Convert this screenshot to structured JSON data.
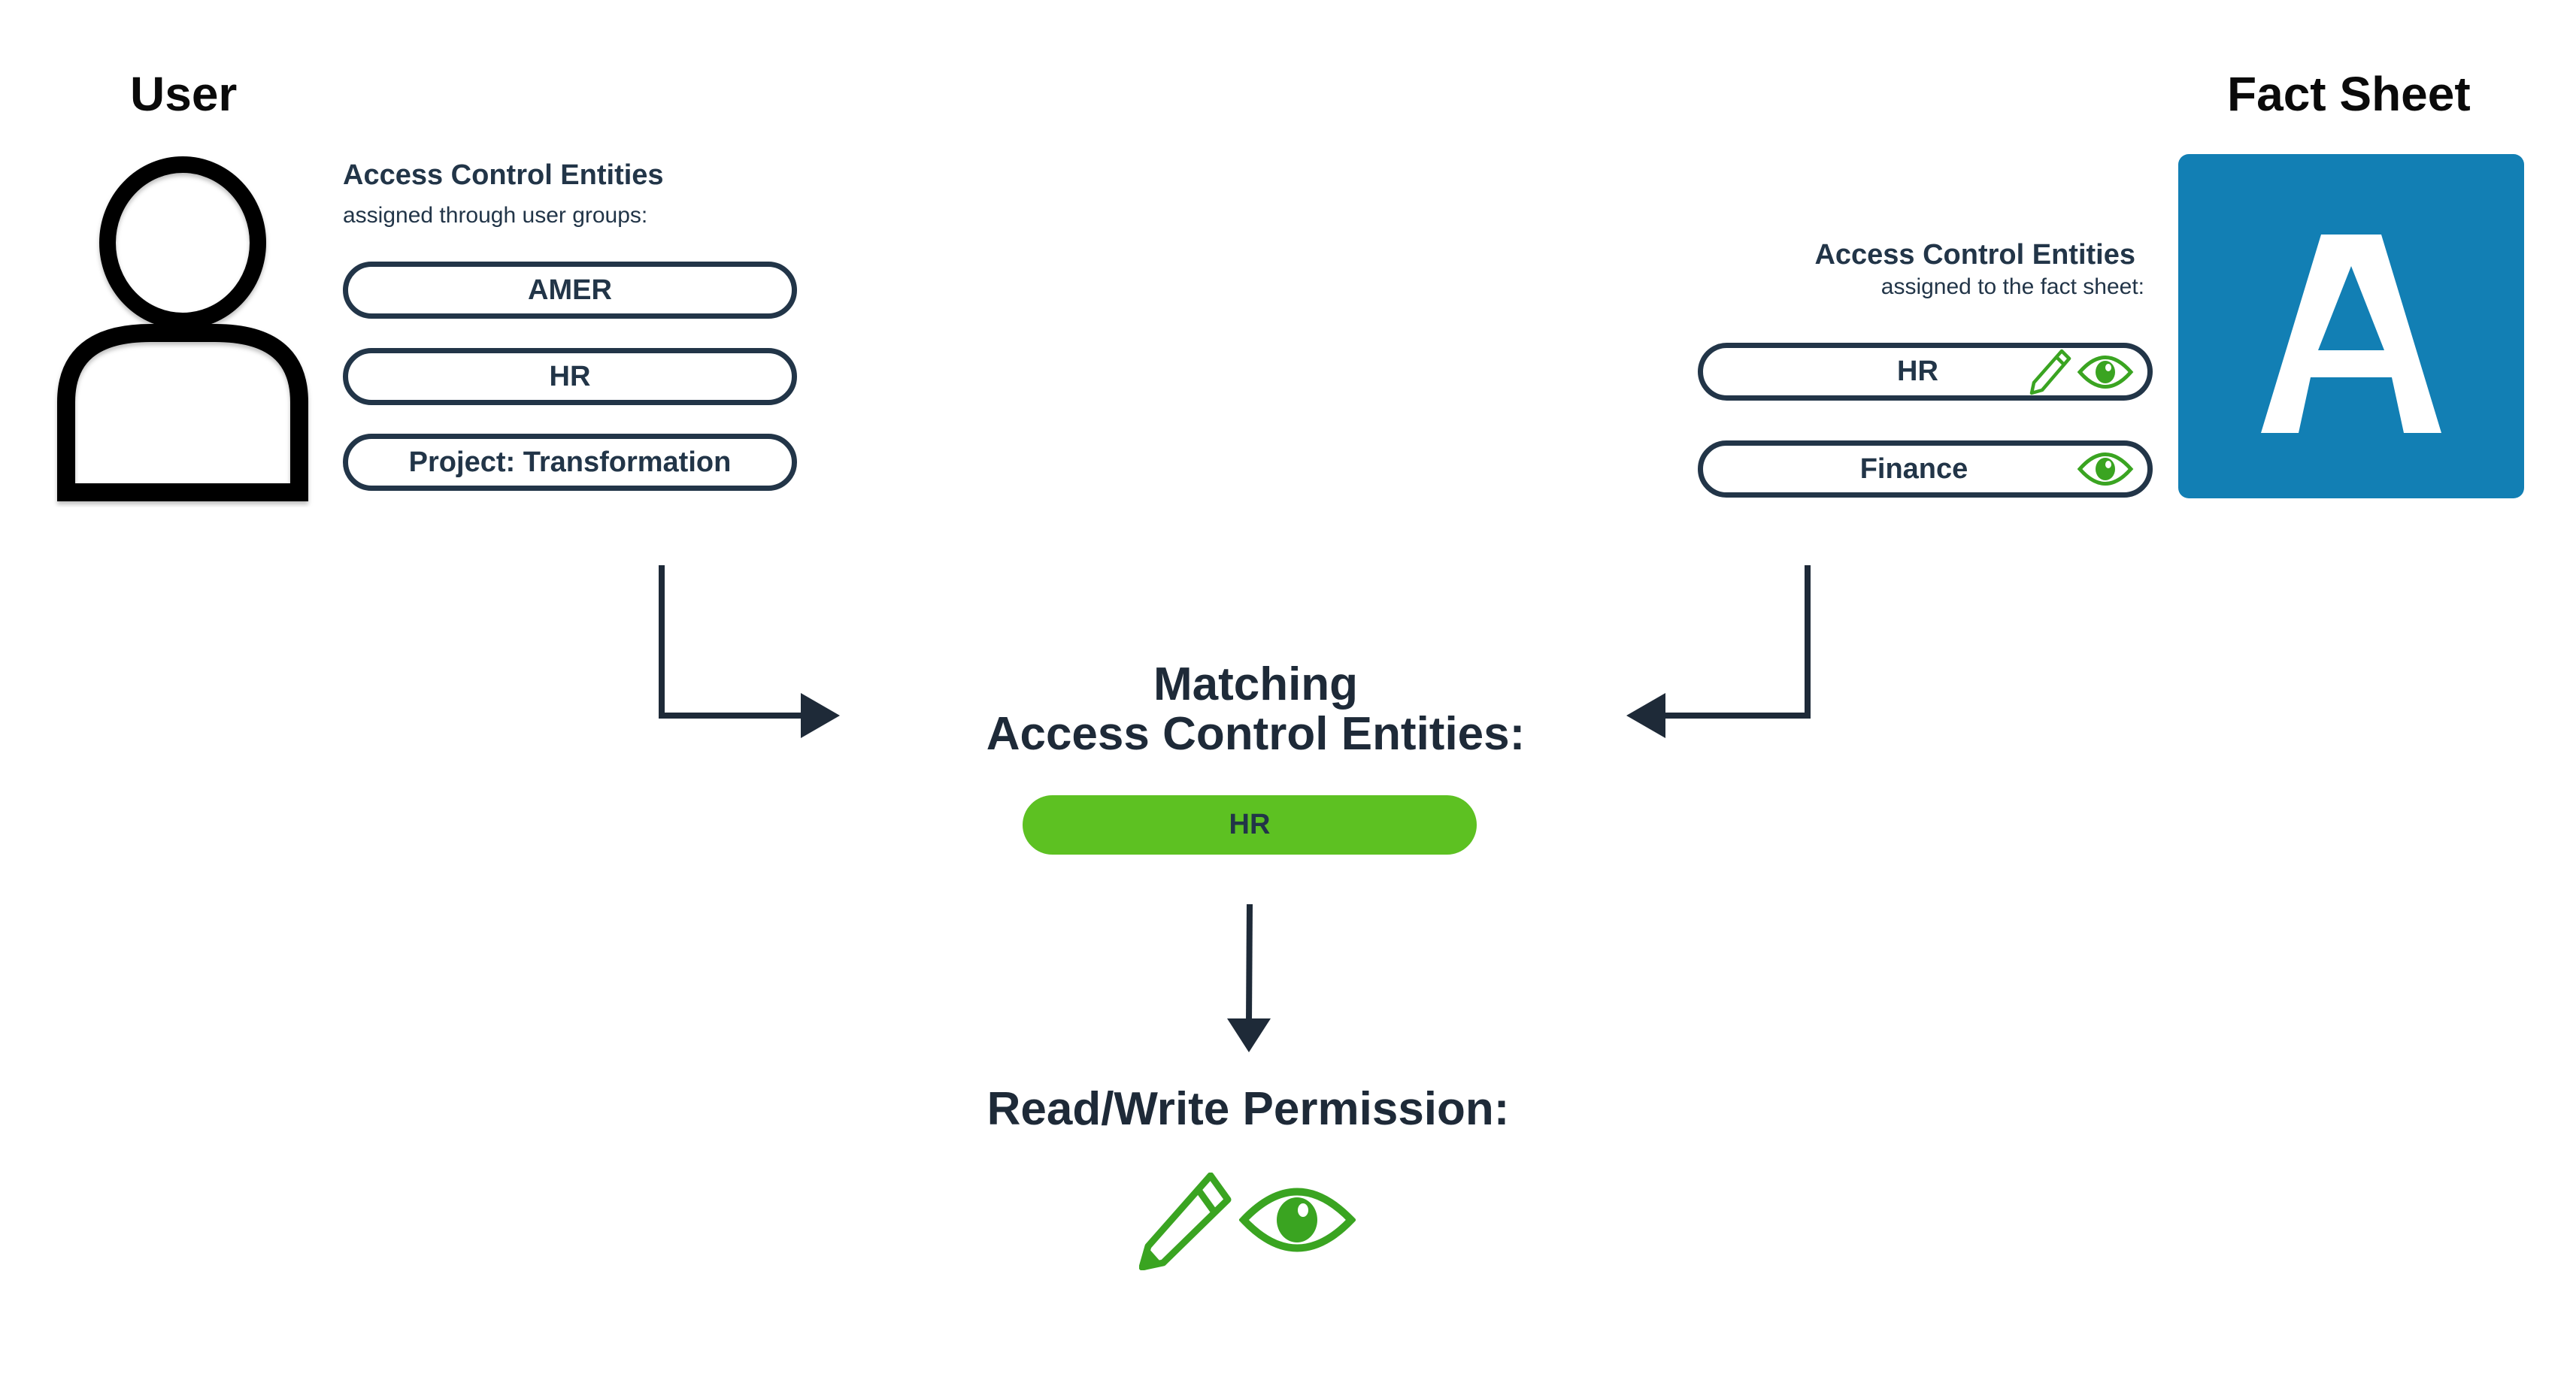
{
  "user": {
    "heading": "User",
    "ace_title": "Access Control Entities",
    "ace_subtitle": "assigned through user groups:",
    "entities": [
      {
        "label": "AMER"
      },
      {
        "label": "HR"
      },
      {
        "label": "Project: Transformation"
      }
    ]
  },
  "fact_sheet": {
    "heading": "Fact Sheet",
    "badge_letter": "A",
    "badge_color": "#127FB4",
    "ace_title": "Access Control Entities",
    "ace_subtitle": "assigned to the fact sheet:",
    "entities": [
      {
        "label": "HR",
        "permissions": [
          "pencil-icon",
          "eye-icon"
        ]
      },
      {
        "label": "Finance",
        "permissions": [
          "eye-icon"
        ]
      }
    ]
  },
  "matching": {
    "title_line1": "Matching",
    "title_line2": "Access Control Entities:",
    "entity": "HR",
    "highlight_color": "#5DC122"
  },
  "result": {
    "title": "Read/Write Permission:",
    "icons": [
      "pencil-icon",
      "eye-icon"
    ],
    "icon_color": "#3AA421"
  },
  "colors": {
    "ink": "#223548",
    "arrow": "#1E2A38"
  }
}
